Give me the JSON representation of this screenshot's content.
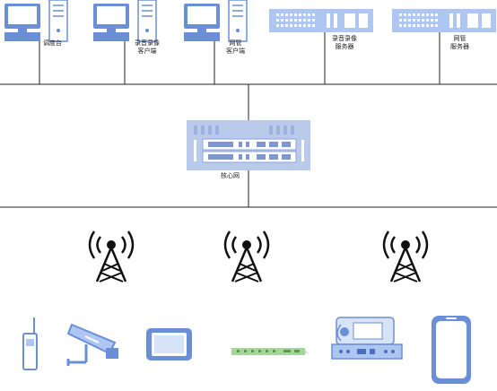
{
  "top_row": {
    "dispatch_console": {
      "label": "调度台",
      "icon": "desktop-computer-icon"
    },
    "recording_client": {
      "label": "录音录像\n客户端",
      "icon": "desktop-computer-icon"
    },
    "nms_client": {
      "label": "网管\n客户端",
      "icon": "desktop-computer-icon"
    },
    "recording_server": {
      "label": "录音录像\n服务器",
      "icon": "rack-server-icon"
    },
    "nms_server": {
      "label": "网管\n服务器",
      "icon": "rack-server-icon"
    }
  },
  "core": {
    "label": "核心网",
    "icon": "core-network-chassis-icon"
  },
  "base_stations": [
    {
      "icon": "radio-tower-icon"
    },
    {
      "icon": "radio-tower-icon"
    },
    {
      "icon": "radio-tower-icon"
    }
  ],
  "terminals": [
    {
      "icon": "handheld-radio-icon"
    },
    {
      "icon": "surveillance-camera-icon"
    },
    {
      "icon": "rugged-tablet-icon"
    },
    {
      "icon": "rack-gateway-icon"
    },
    {
      "icon": "vehicle-radio-icon"
    },
    {
      "icon": "smartphone-icon"
    }
  ],
  "colors": {
    "device_blue": "#6b8fd6",
    "device_light": "#aec6f2",
    "chassis_fill": "#b9caea",
    "line": "#222222"
  }
}
